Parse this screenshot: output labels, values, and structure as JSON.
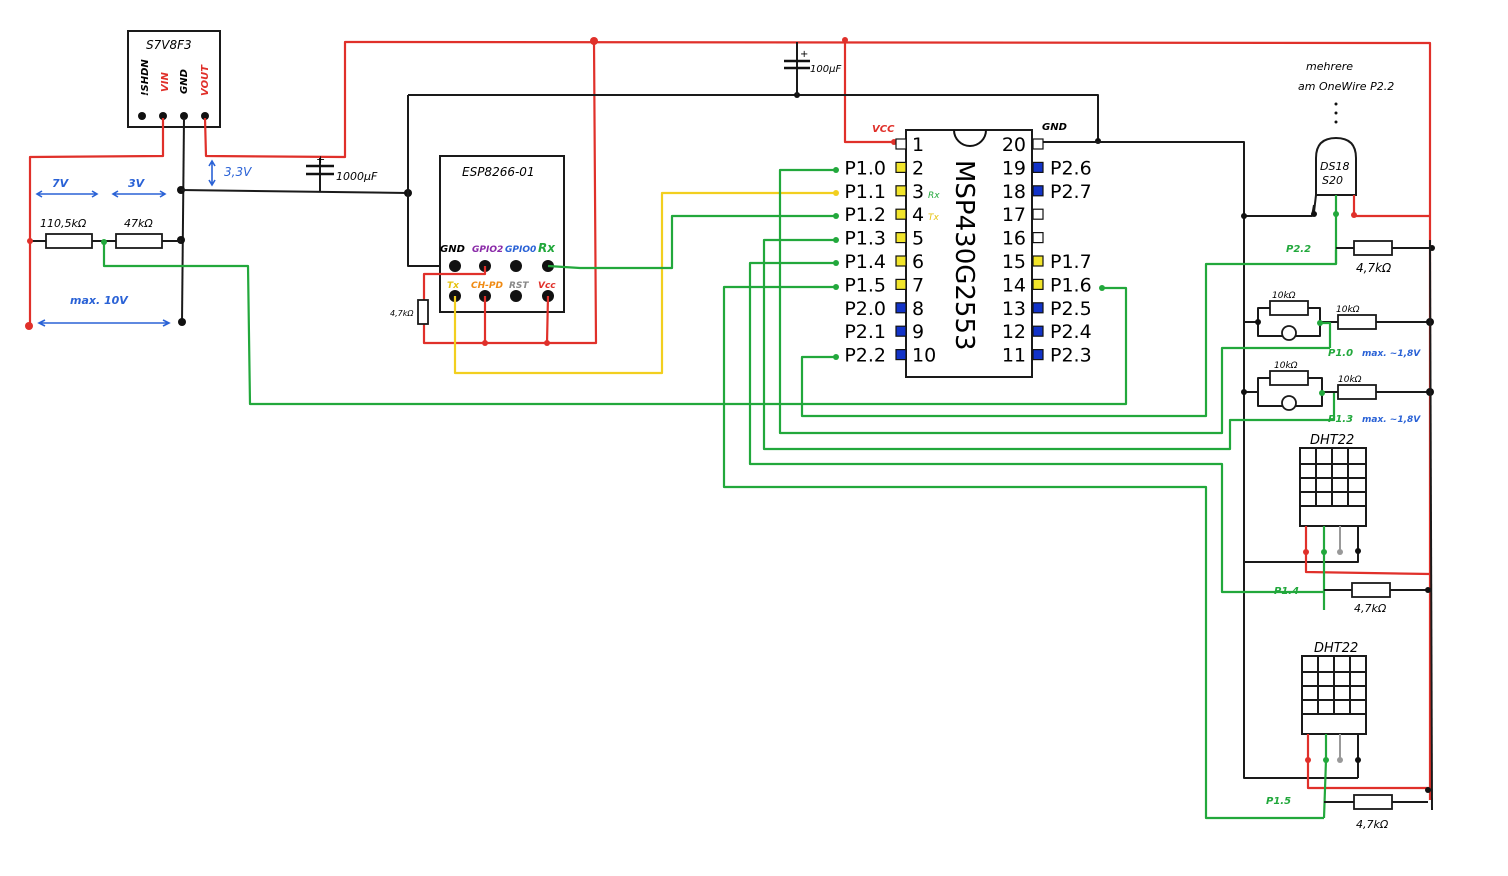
{
  "colors": {
    "power": "#e0302a",
    "ground": "#1a1a1a",
    "signal": "#22a83c",
    "tx_line": "#f2cf1f",
    "annotation": "#2a62d6",
    "pin_port1": "#f2e52b",
    "pin_port2": "#1233c8"
  },
  "regulator": {
    "title": "S7V8F3",
    "pins": [
      "!SHDN",
      "VIN",
      "GND",
      "VOUT"
    ],
    "output_label": "3,3V"
  },
  "divider": {
    "r1": "110,5kΩ",
    "r2": "47kΩ",
    "v1": "7V",
    "v2": "3V",
    "max": "max. 10V"
  },
  "capacitors": {
    "c_large": "1000µF",
    "c_small": "100µF"
  },
  "esp": {
    "title": "ESP8266-01",
    "top_pins": [
      "GND",
      "GPIO2",
      "GPIO0",
      "Rx"
    ],
    "bottom_pins": [
      "Tx",
      "CH-PD",
      "RST",
      "Vcc"
    ],
    "pullup": "4,7kΩ"
  },
  "mcu": {
    "name": "MSP430G2553",
    "vcc_label": "VCC",
    "gnd_label": "GND",
    "rx_mark": "Rx",
    "tx_mark": "Tx",
    "left_pins": [
      {
        "num": "1",
        "name": ""
      },
      {
        "num": "2",
        "name": "P1.0"
      },
      {
        "num": "3",
        "name": "P1.1"
      },
      {
        "num": "4",
        "name": "P1.2"
      },
      {
        "num": "5",
        "name": "P1.3"
      },
      {
        "num": "6",
        "name": "P1.4"
      },
      {
        "num": "7",
        "name": "P1.5"
      },
      {
        "num": "8",
        "name": "P2.0"
      },
      {
        "num": "9",
        "name": "P2.1"
      },
      {
        "num": "10",
        "name": "P2.2"
      }
    ],
    "right_pins": [
      {
        "num": "20",
        "name": ""
      },
      {
        "num": "19",
        "name": "P2.6"
      },
      {
        "num": "18",
        "name": "P2.7"
      },
      {
        "num": "17",
        "name": ""
      },
      {
        "num": "16",
        "name": ""
      },
      {
        "num": "15",
        "name": "P1.7"
      },
      {
        "num": "14",
        "name": "P1.6"
      },
      {
        "num": "13",
        "name": "P2.5"
      },
      {
        "num": "12",
        "name": "P2.4"
      },
      {
        "num": "11",
        "name": "P2.3"
      }
    ]
  },
  "sensors": {
    "onewire_note_1": "mehrere",
    "onewire_note_2": "am OneWire P2.2",
    "ds18_line1": "DS18",
    "ds18_line2": "S20",
    "ds18_port": "P2.2",
    "ds18_res": "4,7kΩ",
    "ntc1_r_top": "10kΩ",
    "ntc1_r_right": "10kΩ",
    "ntc1_port": "P1.0",
    "ntc1_max": "max. ~1,8V",
    "ntc2_r_top": "10kΩ",
    "ntc2_r_right": "10kΩ",
    "ntc2_port": "P1.3",
    "ntc2_max": "max. ~1,8V",
    "dht1_title": "DHT22",
    "dht1_port": "P1.4",
    "dht1_res": "4,7kΩ",
    "dht2_title": "DHT22",
    "dht2_port": "P1.5",
    "dht2_res": "4,7kΩ"
  }
}
